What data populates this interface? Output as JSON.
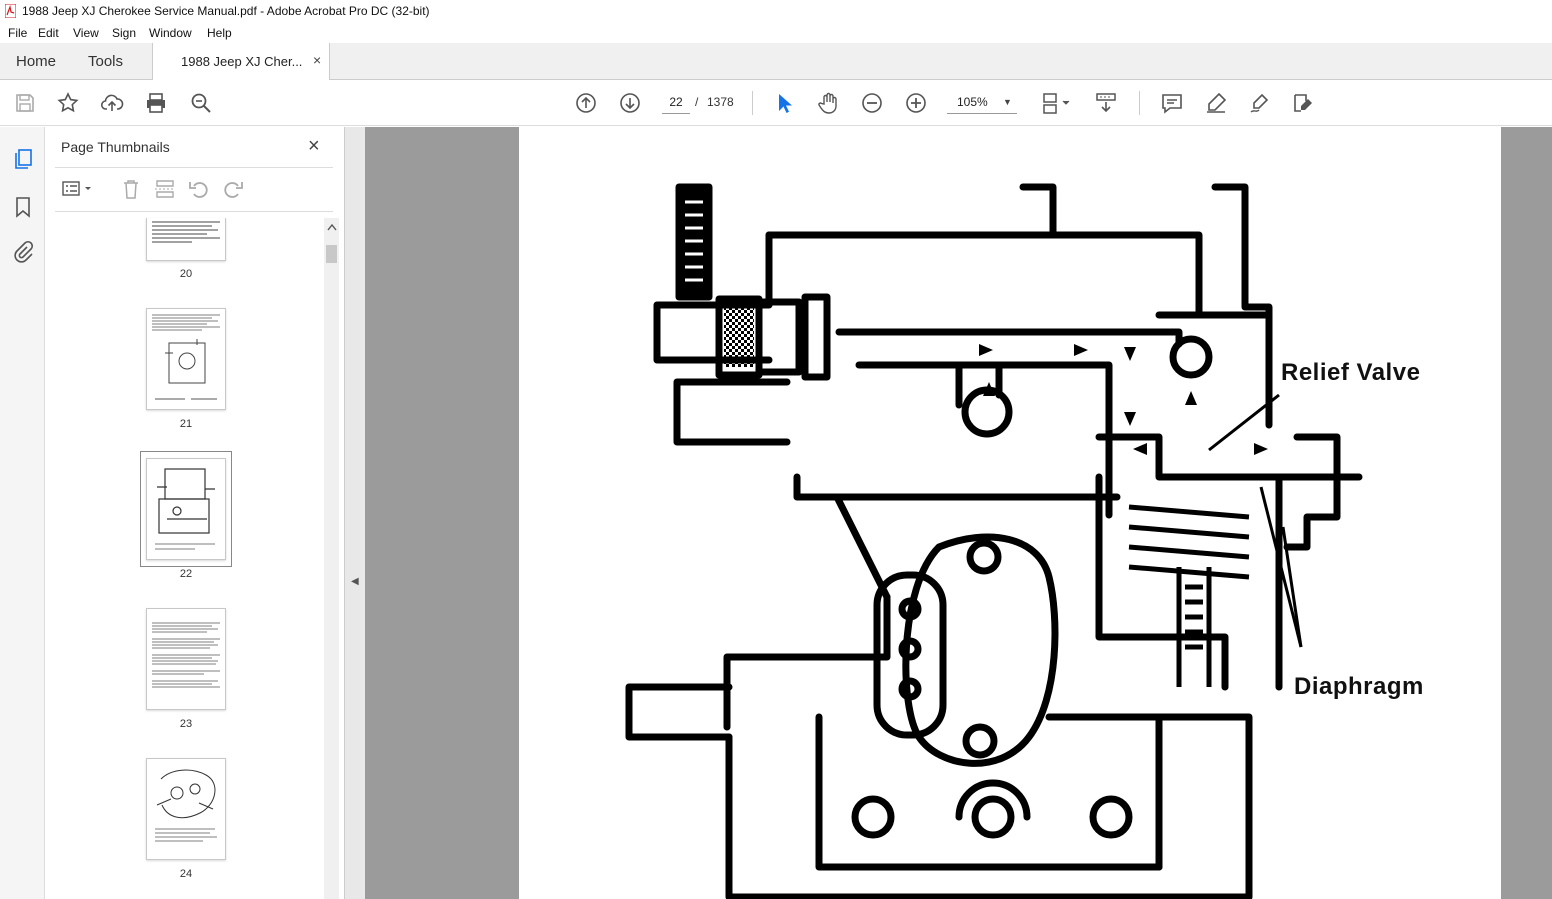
{
  "window": {
    "title": "1988 Jeep XJ Cherokee Service Manual.pdf - Adobe Acrobat Pro DC (32-bit)"
  },
  "menu": [
    "File",
    "Edit",
    "View",
    "Sign",
    "Window",
    "Help"
  ],
  "tabs": {
    "home": "Home",
    "tools": "Tools",
    "document": "1988 Jeep XJ Cher...",
    "close": "×"
  },
  "toolbar": {
    "current_page": "22",
    "page_separator": "/",
    "total_pages": "1378",
    "zoom": "105%"
  },
  "thumbnails_panel": {
    "title": "Page Thumbnails",
    "close": "×",
    "pages": [
      {
        "label": "20"
      },
      {
        "label": "21"
      },
      {
        "label": "22",
        "selected": true
      },
      {
        "label": "23"
      },
      {
        "label": "24"
      }
    ]
  },
  "document": {
    "callouts": {
      "relief_valve": "Relief Valve",
      "diaphragm": "Diaphragm"
    }
  },
  "colors": {
    "accent": "#1473e6",
    "pdf_red": "#d4161c",
    "doc_background": "#9b9b9b"
  }
}
